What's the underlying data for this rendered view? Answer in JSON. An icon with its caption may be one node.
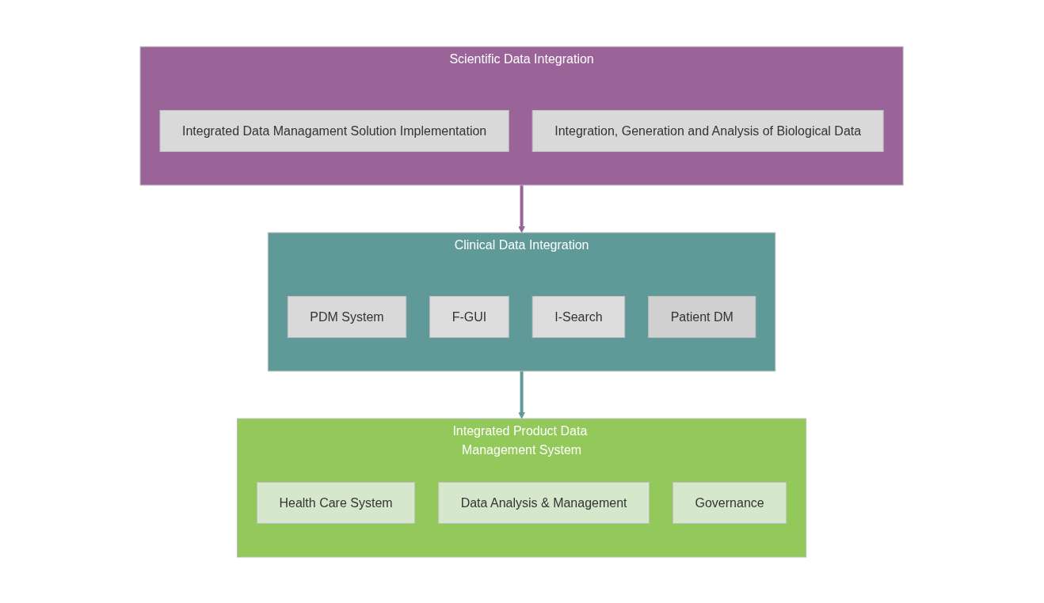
{
  "diagram": {
    "nodes": [
      {
        "text": [
          "Scientific Data Integration"
        ]
      },
      {
        "text": [
          "Integrated Data Managament Solution Implementation"
        ],
        "in": 0
      },
      {
        "text": [
          "Integration, Generation and Analysis of Biological Data"
        ],
        "in": 0
      },
      {
        "text": [
          "Clinical Data Integration"
        ]
      },
      {
        "text": [
          "PDM System"
        ],
        "in": 3
      },
      {
        "text": [
          "F-GUI"
        ],
        "in": 3
      },
      {
        "text": [
          "I-Search"
        ],
        "in": 3
      },
      {
        "text": [
          "Patient DM"
        ],
        "in": 3
      },
      {
        "text": [
          "Integrated Product Data Management System"
        ]
      },
      {
        "text": [
          "Health Care System"
        ],
        "in": 8
      },
      {
        "text": [
          "Data Analysis & Management"
        ],
        "in": 8
      },
      {
        "text": [
          "Governance"
        ],
        "in": 8
      }
    ],
    "edges": [
      {
        "from": 0,
        "to": 3,
        "arrow": "to",
        "color": "#9b6499"
      },
      {
        "from": 3,
        "to": 8,
        "arrow": "to",
        "color": "#5f9a99"
      }
    ]
  }
}
